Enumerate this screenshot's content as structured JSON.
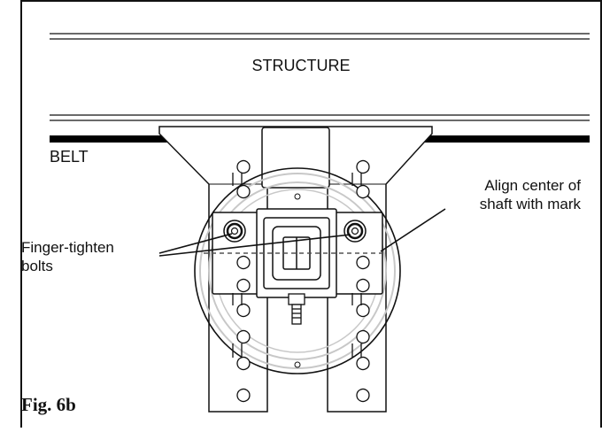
{
  "labels": {
    "structure": "STRUCTURE",
    "belt": "BELT",
    "align_line1": "Align center of",
    "align_line2": "shaft with mark",
    "finger_line1": "Finger-tighten",
    "finger_line2": "bolts",
    "figure": "Fig. 6b"
  },
  "colors": {
    "stroke": "#111111",
    "circle_light": "#c8c8c8",
    "circle_mid": "#9a9a9a",
    "belt": "#000000",
    "background": "#ffffff"
  }
}
